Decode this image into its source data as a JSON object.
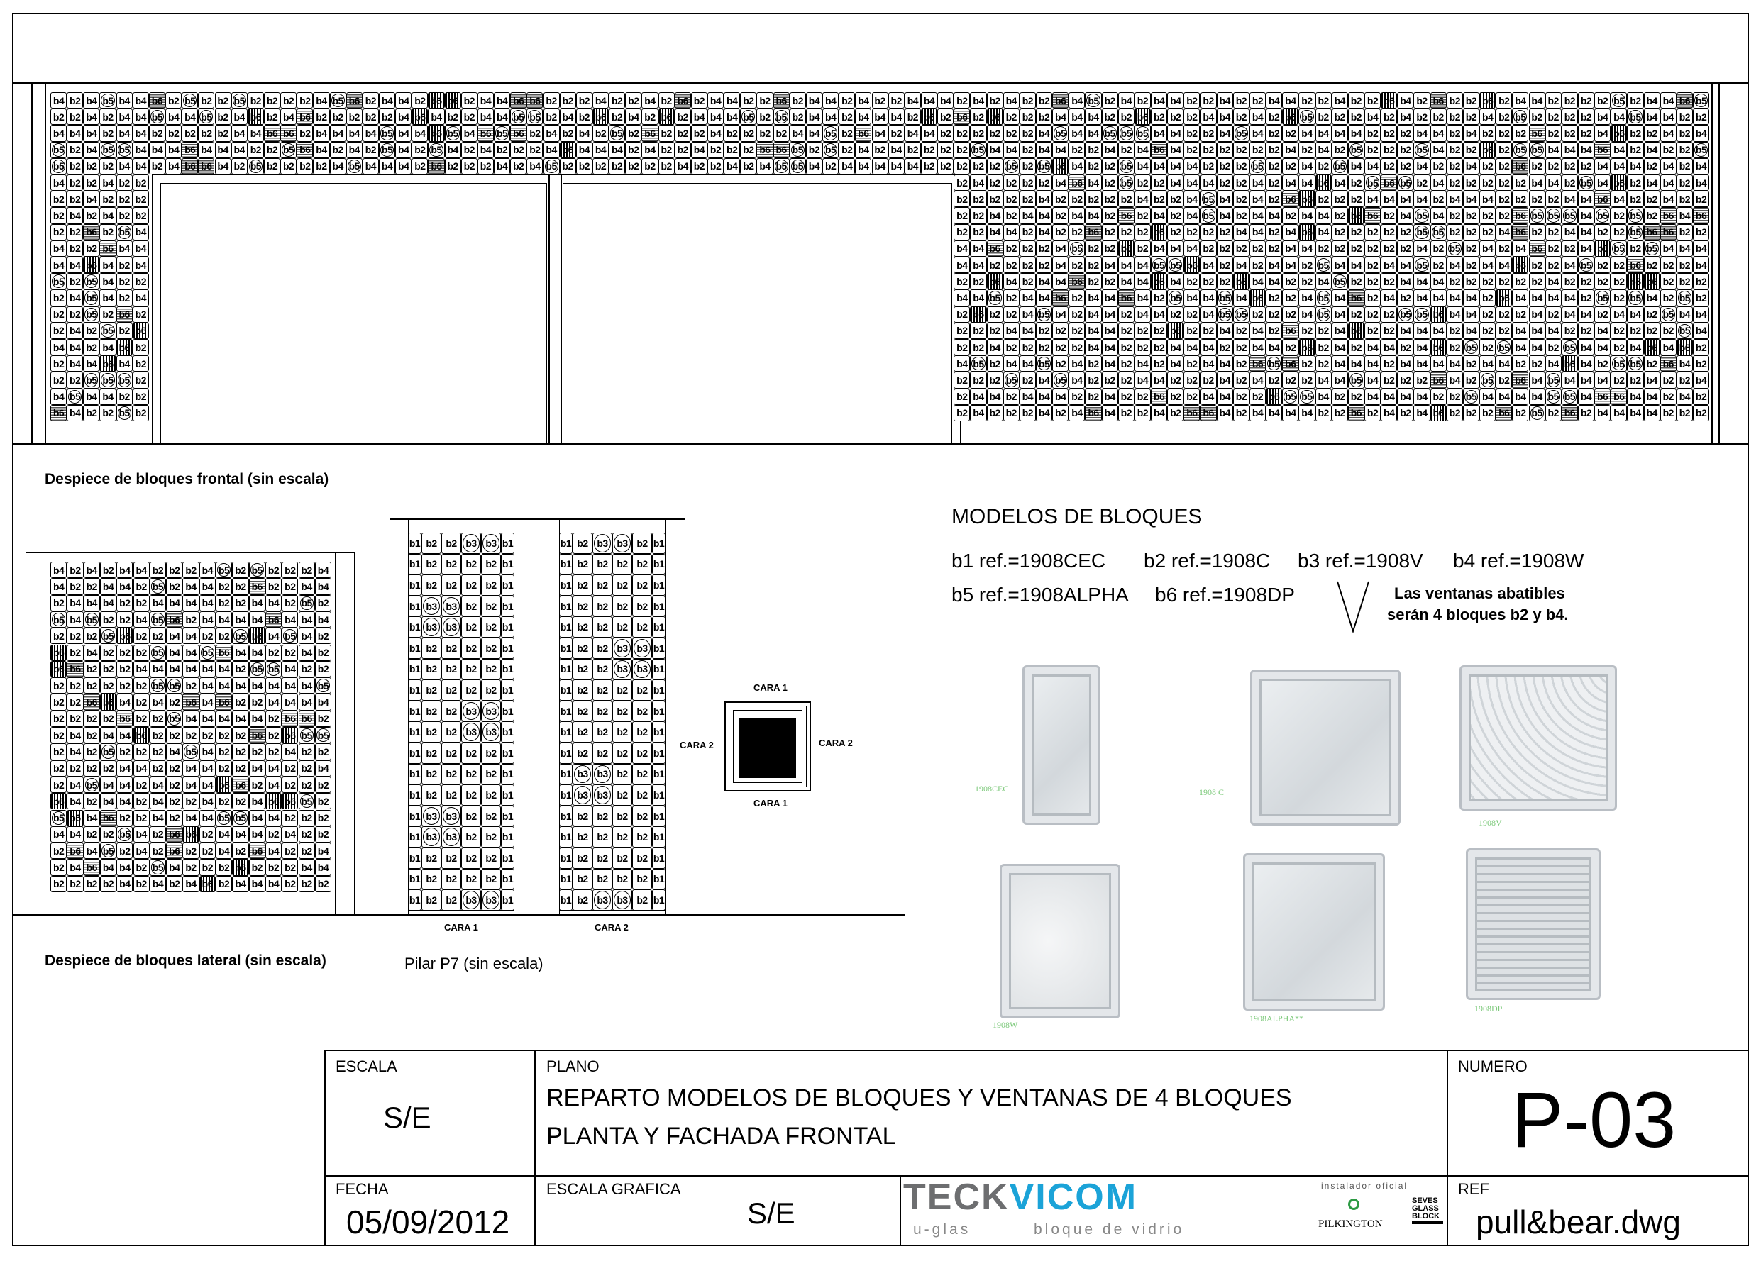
{
  "block_codes": [
    "b1",
    "b2",
    "b3",
    "b4",
    "b5",
    "b6"
  ],
  "frontal": {
    "caption": "Despiece de bloques frontal (sin escala)"
  },
  "lateral": {
    "caption": "Despiece de bloques lateral (sin escala)"
  },
  "pillar": {
    "caption": "Pilar P7 (sin escala)",
    "cara1": {
      "label": "CARA 1",
      "rows": [
        "b1 b2 b2 b3 b3 b1",
        "b1 b2 b2 b2 b2 b1",
        "b1 b2 b2 b2 b2 b1",
        "b1 b3 b3 b2 b2 b1",
        "b1 b3 b3 b2 b2 b1",
        "b1 b2 b2 b2 b2 b1",
        "b1 b2 b2 b2 b2 b1",
        "b1 b2 b2 b2 b2 b1",
        "b1 b2 b2 b3 b3 b1",
        "b1 b2 b2 b3 b3 b1",
        "b1 b2 b2 b2 b2 b1",
        "b1 b2 b2 b2 b2 b1",
        "b1 b2 b2 b2 b2 b1",
        "b1 b3 b3 b2 b2 b1",
        "b1 b3 b3 b2 b2 b1",
        "b1 b2 b2 b2 b2 b1",
        "b1 b2 b2 b2 b2 b1",
        "b1 b2 b2 b3 b3 b1"
      ]
    },
    "cara2": {
      "label": "CARA 2",
      "rows": [
        "b1 b2 b3 b3 b2 b1",
        "b1 b2 b2 b2 b2 b1",
        "b1 b2 b2 b2 b2 b1",
        "b1 b2 b2 b2 b2 b1",
        "b1 b2 b2 b2 b2 b1",
        "b1 b2 b2 b3 b3 b1",
        "b1 b2 b2 b3 b3 b1",
        "b1 b2 b2 b2 b2 b1",
        "b1 b2 b2 b2 b2 b1",
        "b1 b2 b2 b2 b2 b1",
        "b1 b2 b2 b2 b2 b1",
        "b1 b3 b3 b2 b2 b1",
        "b1 b3 b3 b2 b2 b1",
        "b1 b2 b2 b2 b2 b1",
        "b1 b2 b2 b2 b2 b1",
        "b1 b2 b2 b2 b2 b1",
        "b1 b2 b2 b2 b2 b1",
        "b1 b2 b3 b3 b2 b1"
      ]
    },
    "plan": {
      "top": "CARA 1",
      "bottom": "CARA 1",
      "left": "CARA 2",
      "right": "CARA 2"
    }
  },
  "models": {
    "title": "MODELOS DE BLOQUES",
    "refs": [
      "b1 ref.=1908CEC",
      "b2 ref.=1908C",
      "b3 ref.=1908V",
      "b4 ref.=1908W",
      "b5 ref.=1908ALPHA",
      "b6 ref.=1908DP"
    ],
    "note_line1": "Las ventanas abatibles",
    "note_line2": "serán 4 bloques b2 y b4.",
    "photos": [
      "1908CEC",
      "1908 C",
      "1908V",
      "1908W",
      "1908ALPHA**",
      "1908DP"
    ]
  },
  "title_block": {
    "escala_label": "ESCALA",
    "escala": "S/E",
    "plano_label": "PLANO",
    "plano_line1": "REPARTO MODELOS DE BLOQUES Y VENTANAS DE 4 BLOQUES",
    "plano_line2": "PLANTA Y FACHADA FRONTAL",
    "numero_label": "NUMERO",
    "numero": "P-03",
    "fecha_label": "FECHA",
    "fecha": "05/09/2012",
    "escala_grafica_label": "ESCALA GRAFICA",
    "escala_grafica": "S/E",
    "ref_label": "REF",
    "ref": "pull&bear.dwg",
    "logo": {
      "brand_a": "TECK",
      "brand_b": "VICOM",
      "sub_a": "u-glas",
      "sub_b": "bloque de vidrio",
      "installer": "instalador oficial",
      "pilkington": "PILKINGTON",
      "seves": "SEVES GLASS BLOCK"
    },
    "accent": "#1ba3d8"
  }
}
